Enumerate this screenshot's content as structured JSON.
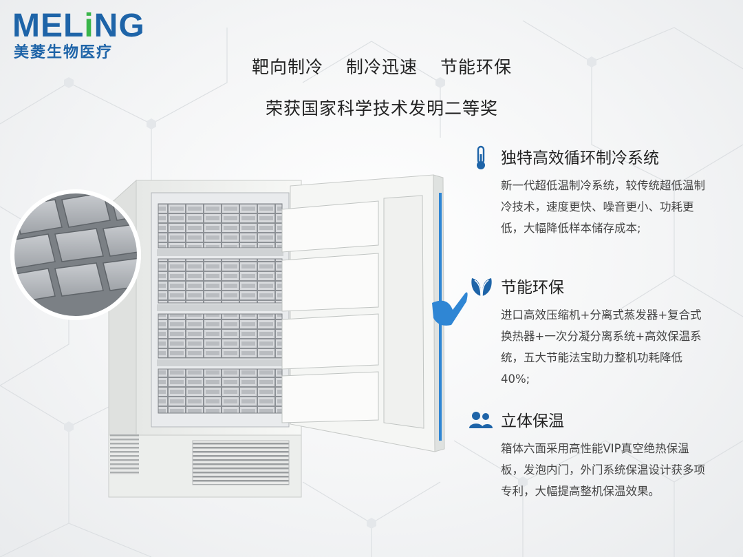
{
  "brand": {
    "logo_word_part1": "MEL",
    "logo_word_accent": "i",
    "logo_word_part2": "NG",
    "logo_chinese": "美菱生物医疗",
    "primary_color": "#1e64a8",
    "accent_color": "#39b54a"
  },
  "headline": {
    "line1": "靶向制冷 制冷迅速 节能环保",
    "line2": "荣获国家科学技术发明二等奖"
  },
  "features": [
    {
      "icon": "thermometer-icon",
      "title": "独特高效循环制冷系统",
      "body": "新一代超低温制冷系统，较传统超低温制冷技术，速度更快、噪音更小、功耗更低，大幅降低样本储存成本;"
    },
    {
      "icon": "leaf-icon",
      "title": "节能环保",
      "body": "进口高效压缩机+分离式蒸发器+复合式换热器+一次分凝分离系统+高效保温系统，五大节能法宝助力整机功耗降低40%;"
    },
    {
      "icon": "users-icon",
      "title": "立体保温",
      "body": "箱体六面采用高性能VIP真空绝热保温板，发泡内门，外门系统保温设计获多项专利，大幅提高整机保温效果。"
    }
  ],
  "colors": {
    "icon_blue": "#1e64a8",
    "freezer_body": "#f3f4f2",
    "door_handle": "#2f86d4"
  }
}
